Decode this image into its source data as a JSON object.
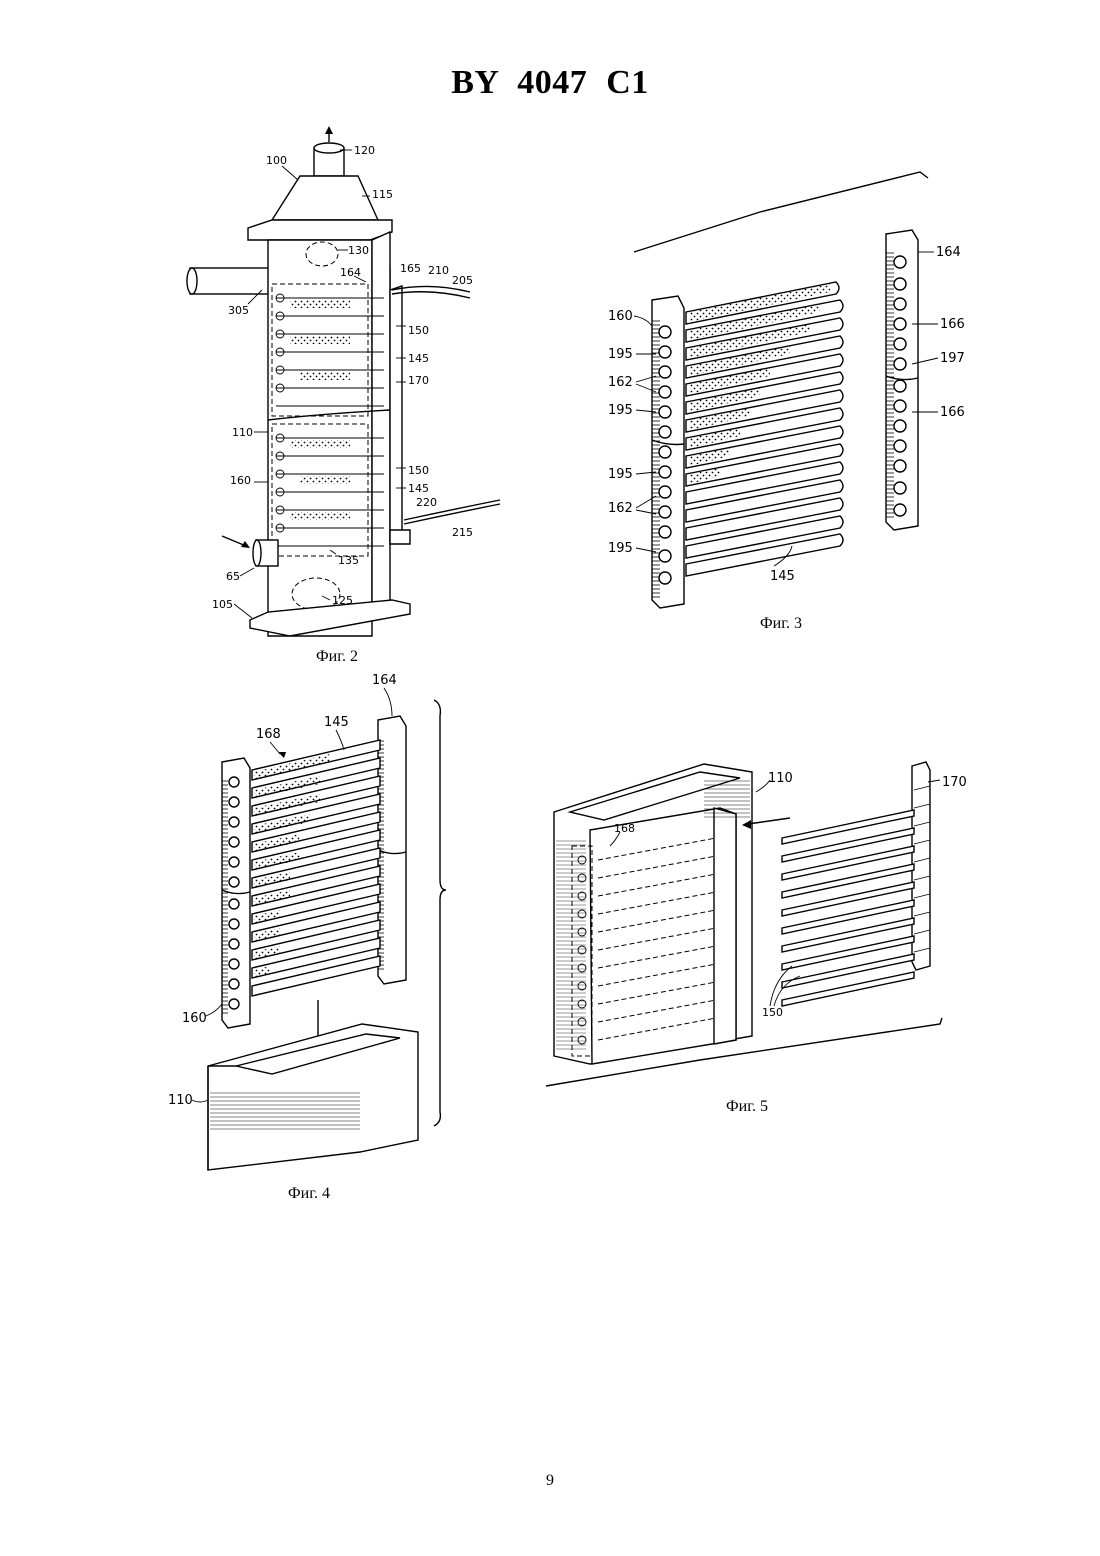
{
  "header": {
    "title": "BY 4047 C1"
  },
  "figures": {
    "fig2": {
      "caption": "Фиг. 2",
      "labels": {
        "l100": "100",
        "l120": "120",
        "l115": "115",
        "l130": "130",
        "l164": "164",
        "l165": "165",
        "l210": "210",
        "l205": "205",
        "l305": "305",
        "l150a": "150",
        "l145a": "145",
        "l170": "170",
        "l110": "110",
        "l150b": "150",
        "l160": "160",
        "l145b": "145",
        "l220": "220",
        "l215": "215",
        "l135": "135",
        "l65": "65",
        "l125": "125",
        "l105": "105"
      }
    },
    "fig3": {
      "caption": "Фиг. 3",
      "labels": {
        "l164": "164",
        "l160": "160",
        "l166a": "166",
        "l195a": "195",
        "l162a": "162",
        "l197": "197",
        "l195b": "195",
        "l166b": "166",
        "l195c": "195",
        "l162b": "162",
        "l195d": "195",
        "l145": "145"
      }
    },
    "fig4": {
      "caption": "Фиг. 4",
      "labels": {
        "l164": "164",
        "l145": "145",
        "l168": "168",
        "l160": "160",
        "l110": "110"
      }
    },
    "fig5": {
      "caption": "Фиг. 5",
      "labels": {
        "l110": "110",
        "l170": "170",
        "l168": "168",
        "l150": "150"
      }
    }
  },
  "footer": {
    "page_number": "9"
  }
}
